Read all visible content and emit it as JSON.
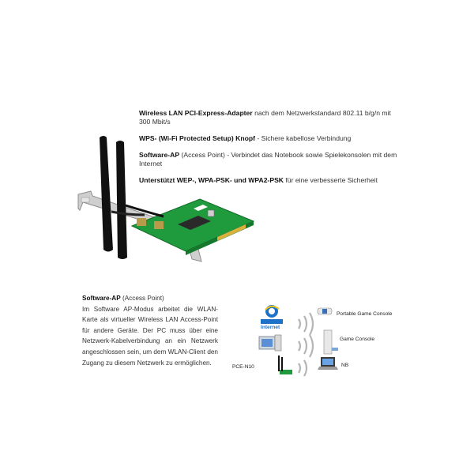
{
  "features": [
    {
      "bold": "Wireless LAN PCI-Express-Adapter",
      "text": " nach dem Netzwerkstandard 802.11 b/g/n mit 300 Mbit/s"
    },
    {
      "bold": "WPS- (Wi-Fi Protected Setup) Knopf",
      "text": " - Sichere kabellose Verbindung"
    },
    {
      "bold": "Software-AP",
      "text": " (Access Point) - Verbindet das Notebook sowie Spielekonsolen mit dem Internet"
    },
    {
      "bold": "Unterstützt WEP-, WPA-PSK- und WPA2-PSK",
      "text": " für eine verbesserte Sicherheit"
    }
  ],
  "software_ap": {
    "title_bold": "Software-AP",
    "title_rest": " (Access Point)",
    "body": "Im Software AP-Modus arbeitet die WLAN-Karte als virtueller Wireless LAN Access-Point für andere Geräte. Der PC muss über eine Netzwerk-Kabelverbindung an ein Netzwerk angeschlossen sein, um dem WLAN-Client den Zugang zu diesem Netzwerk zu ermöglichen."
  },
  "diagram": {
    "internet_label": "Internet",
    "adapter_label": "PCE-N10",
    "devices": [
      "Portable Game Console",
      "Game Console",
      "NB"
    ]
  },
  "colors": {
    "pcb_green": "#1f9a3c",
    "bracket_silver": "#c9c9c9",
    "antenna_black": "#111111",
    "wave_gray": "#b5b5b5",
    "internet_blue": "#1e73c9"
  }
}
